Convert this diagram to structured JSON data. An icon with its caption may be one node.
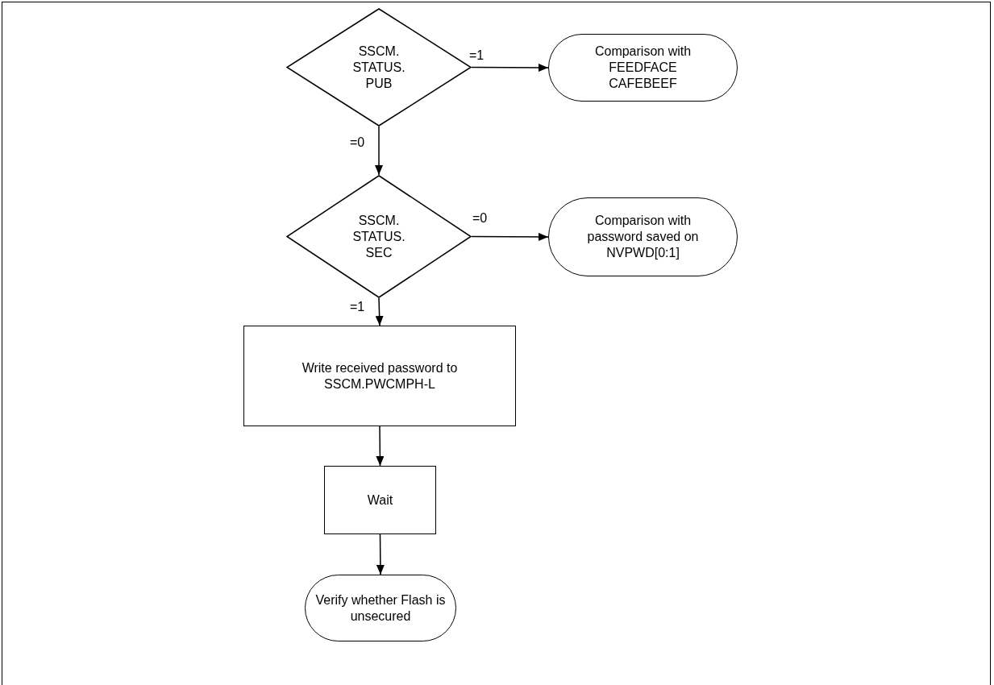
{
  "diagram": {
    "nodes": [
      {
        "text": [
          "SSCM. STATUS. PUB"
        ]
      },
      {
        "text": [
          "Comparison with FEEDFACE CAFEBEEF"
        ]
      },
      {
        "text": [
          "SSCM. STATUS. SEC"
        ]
      },
      {
        "text": [
          "Comparison with password saved on NVPWD[0:1]"
        ]
      },
      {
        "text": [
          "Write received password to SSCM.PWCMPH-L"
        ]
      },
      {
        "text": [
          "Wait"
        ]
      },
      {
        "text": [
          "Verify whether Flash is unsecured"
        ]
      }
    ],
    "edges": [
      {
        "from": 0,
        "to": 1,
        "arrow": "to",
        "label": "=1"
      },
      {
        "from": 0,
        "to": 2,
        "arrow": "to",
        "label": "=0"
      },
      {
        "from": 2,
        "to": 3,
        "arrow": "to",
        "label": "=0"
      },
      {
        "from": 2,
        "to": 4,
        "arrow": "to",
        "label": "=1"
      },
      {
        "from": 4,
        "to": 5,
        "arrow": "to"
      },
      {
        "from": 5,
        "to": 6,
        "arrow": "to"
      }
    ]
  }
}
